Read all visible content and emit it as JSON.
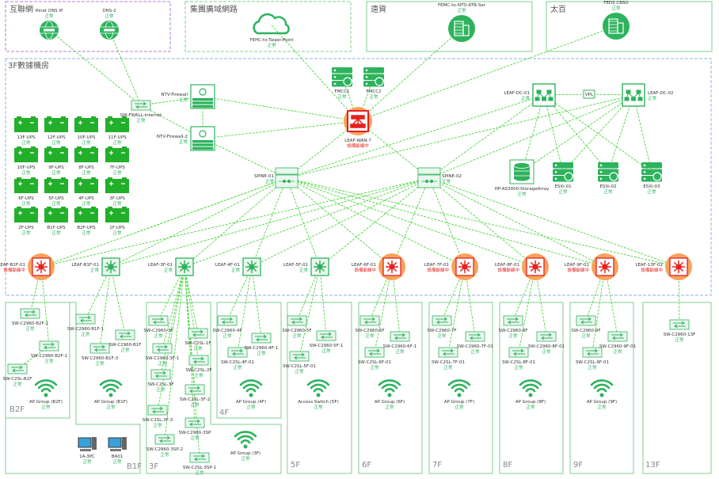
{
  "colors": {
    "ok": "#2db35d",
    "down": "#e8201e",
    "link": "#39d12a",
    "halo": "#f7a35c",
    "zone_internet": "#b27fd6",
    "zone_wan": "#7fd18f",
    "zone_dc": "#8fb0e0",
    "floor": "#7fcf8f"
  },
  "zones": {
    "internet": "互聯網",
    "wan": "集團廣域網路",
    "yuanzi": "遠資",
    "taibai": "太百",
    "dc": "3F數據機房"
  },
  "floors": {
    "b2f": "B2F",
    "b1f": "B1F",
    "f3": "3F",
    "f4": "4F",
    "f5": "5F",
    "f6": "6F",
    "f7": "7F",
    "f8": "8F",
    "f9": "9F",
    "f13": "13F"
  },
  "nodes": {
    "dns1": {
      "icon": "dns-globe",
      "label": "Hinet DNS IP",
      "status": "正常",
      "state": "ok"
    },
    "dns2": {
      "icon": "dns-globe",
      "label": "DNS-2",
      "status": "正常",
      "state": "ok"
    },
    "cloud": {
      "icon": "cloud",
      "label": "FEHC-to-Taipei-Point",
      "status": "正常",
      "state": "ok"
    },
    "bld1": {
      "icon": "building",
      "label": "FEMC-to-NTD-ATB-Ser",
      "status": "正常",
      "state": "ok"
    },
    "bld2": {
      "icon": "building",
      "label": "FEDS CBSO",
      "status": "正常",
      "state": "ok"
    },
    "swfw": {
      "icon": "switch",
      "label": "SW-FWALL-Internet",
      "status": "正常",
      "state": "ok"
    },
    "fw1": {
      "icon": "firewall",
      "label": "NTV-Firewall",
      "status": "正常",
      "state": "ok"
    },
    "fw2": {
      "icon": "firewall",
      "label": "NTV-Firewall-2",
      "status": "正常",
      "state": "ok"
    },
    "srv1": {
      "icon": "server",
      "label": "FMCC1",
      "status": "正常",
      "state": "ok"
    },
    "srv2": {
      "icon": "server",
      "label": "FMCC2",
      "status": "正常",
      "state": "ok"
    },
    "core": {
      "icon": "core-router",
      "label": "LEAF-WAN-7",
      "status": "設備斷線中",
      "state": "down"
    },
    "leafdc1": {
      "icon": "dc-switch",
      "label": "LEAF-DC-01",
      "status": "正常",
      "state": "ok"
    },
    "leafdc2": {
      "icon": "dc-switch",
      "label": "LEAF-DC-02",
      "status": "正常",
      "state": "ok"
    },
    "vpl": {
      "icon": "link-box",
      "label": "VPL",
      "status": "",
      "state": "ok"
    },
    "db": {
      "icon": "database",
      "label": "HP-AS3000-StorageArray",
      "status": "正常",
      "state": "ok"
    },
    "esx1": {
      "icon": "server",
      "label": "ESXi-01",
      "status": "正常",
      "state": "ok"
    },
    "esx2": {
      "icon": "server",
      "label": "ESXi-02",
      "status": "正常",
      "state": "ok"
    },
    "esx3": {
      "icon": "server",
      "label": "ESXi-03",
      "status": "正常",
      "state": "ok"
    },
    "spine1": {
      "icon": "spine-switch",
      "label": "SPINE-01",
      "status": "正常",
      "state": "ok"
    },
    "spine2": {
      "icon": "spine-switch",
      "label": "SPINE-02",
      "status": "正常",
      "state": "ok"
    },
    "ups1": {
      "icon": "battery",
      "label": "13F-UPS",
      "status": "正常",
      "state": "ok"
    },
    "ups2": {
      "icon": "battery",
      "label": "12F-UPS",
      "status": "正常",
      "state": "ok"
    },
    "ups3": {
      "icon": "battery",
      "label": "10F-UPS",
      "status": "正常",
      "state": "ok"
    },
    "ups4": {
      "icon": "battery",
      "label": "11F-UPS",
      "status": "正常",
      "state": "ok"
    },
    "ups5": {
      "icon": "battery",
      "label": "10F-UPS",
      "status": "正常",
      "state": "ok"
    },
    "ups6": {
      "icon": "battery",
      "label": "9F-UPS",
      "status": "正常",
      "state": "ok"
    },
    "ups7": {
      "icon": "battery",
      "label": "8F-UPS",
      "status": "正常",
      "state": "ok"
    },
    "ups8": {
      "icon": "battery",
      "label": "7F-UPS",
      "status": "正常",
      "state": "ok"
    },
    "ups9": {
      "icon": "battery",
      "label": "6F-UPS",
      "status": "正常",
      "state": "ok"
    },
    "ups10": {
      "icon": "battery",
      "label": "5F-UPS",
      "status": "正常",
      "state": "ok"
    },
    "ups11": {
      "icon": "battery",
      "label": "4F-UPS",
      "status": "正常",
      "state": "ok"
    },
    "ups12": {
      "icon": "battery",
      "label": "3F-UPS",
      "status": "正常",
      "state": "ok"
    },
    "ups13": {
      "icon": "battery",
      "label": "2F-UPS",
      "status": "正常",
      "state": "ok"
    },
    "ups14": {
      "icon": "battery",
      "label": "B1F-UPS",
      "status": "正常",
      "state": "ok"
    },
    "ups15": {
      "icon": "battery",
      "label": "B2F-UPS",
      "status": "正常",
      "state": "ok"
    },
    "ups16": {
      "icon": "battery",
      "label": "1F-UPS",
      "status": "正常",
      "state": "ok"
    },
    "leafb2": {
      "icon": "leaf-switch",
      "label": "LEAF-B2F-01",
      "status": "設備斷線中",
      "state": "down"
    },
    "leafb1": {
      "icon": "leaf-switch",
      "label": "LEAF-B1F-01",
      "status": "正常",
      "state": "ok"
    },
    "leaf3": {
      "icon": "leaf-switch",
      "label": "LEAF-3F-01",
      "status": "正常",
      "state": "ok"
    },
    "leaf4": {
      "icon": "leaf-switch",
      "label": "LEAF-4F-01",
      "status": "正常",
      "state": "ok"
    },
    "leaf5": {
      "icon": "leaf-switch",
      "label": "LEAF-5F-01",
      "status": "正常",
      "state": "ok"
    },
    "leaf6": {
      "icon": "leaf-switch",
      "label": "LEAF-6F-01",
      "status": "設備斷線中",
      "state": "down"
    },
    "leaf7": {
      "icon": "leaf-switch",
      "label": "LEAF-7F-01",
      "status": "設備斷線中",
      "state": "down"
    },
    "leaf8": {
      "icon": "leaf-switch",
      "label": "LEAF-8F-01",
      "status": "設備斷線中",
      "state": "down"
    },
    "leaf9": {
      "icon": "leaf-switch",
      "label": "LEAF-9F-01",
      "status": "設備斷線中",
      "state": "down"
    },
    "leaf13": {
      "icon": "leaf-switch",
      "label": "LEAF-13F-01",
      "status": "設備斷線中",
      "state": "down"
    },
    "b2s1": {
      "icon": "switch",
      "label": "SW-C2960-B2F-2",
      "status": "正常",
      "state": "ok"
    },
    "b2s2": {
      "icon": "switch",
      "label": "SW-C2960-B2F-1",
      "status": "正常",
      "state": "ok"
    },
    "b2s3": {
      "icon": "switch",
      "label": "SW-C2SL-B2F",
      "status": "正常",
      "state": "ok"
    },
    "b2ap": {
      "icon": "wifi",
      "label": "AP Group (B2F)",
      "status": "正常",
      "state": "ok"
    },
    "b1s1": {
      "icon": "switch",
      "label": "SW-C2960-B1F-1",
      "status": "正常",
      "state": "ok"
    },
    "b1s2": {
      "icon": "switch",
      "label": "SW-C2960-B1F",
      "status": "正常",
      "state": "ok"
    },
    "b1s3": {
      "icon": "switch",
      "label": "SW-C2960-B1F-3",
      "status": "正常",
      "state": "ok"
    },
    "b1ap": {
      "icon": "wifi",
      "label": "AP Group (B1F)",
      "status": "正常",
      "state": "ok"
    },
    "pc1": {
      "icon": "desktop-pc",
      "label": "1A-3PC",
      "status": "正常",
      "state": "ok"
    },
    "pc2": {
      "icon": "desktop-pc",
      "label": "BA01",
      "status": "正常",
      "state": "ok"
    },
    "f3s1": {
      "icon": "switch",
      "label": "SW-C2960-3F",
      "status": "正常",
      "state": "ok"
    },
    "f3s2": {
      "icon": "switch",
      "label": "SW-C2960-3F-1",
      "status": "正常",
      "state": "ok"
    },
    "f3s3": {
      "icon": "switch",
      "label": "SW-C2SL-1F",
      "status": "正常",
      "state": "ok"
    },
    "f3s4": {
      "icon": "switch",
      "label": "SW-C2SL-2F",
      "status": "正常",
      "state": "ok"
    },
    "f3s5": {
      "icon": "switch",
      "label": "SW-C2SL-3F",
      "status": "正常",
      "state": "ok"
    },
    "f3s6": {
      "icon": "switch",
      "label": "SW-C2SL-3F-2",
      "status": "正常",
      "state": "ok"
    },
    "f3s7": {
      "icon": "switch",
      "label": "SW-C2SL-3F-3",
      "status": "正常",
      "state": "ok"
    },
    "f3s8": {
      "icon": "switch",
      "label": "SW-C2960-3SP",
      "status": "正常",
      "state": "ok"
    },
    "f3s9": {
      "icon": "switch",
      "label": "SW-C2960-3SP-2",
      "status": "正常",
      "state": "ok"
    },
    "f3s10": {
      "icon": "switch",
      "label": "SW-C2SL-3SP-1",
      "status": "正常",
      "state": "ok"
    },
    "f3ap": {
      "icon": "wifi",
      "label": "AP Group (3F)",
      "status": "正常",
      "state": "ok"
    },
    "f4s1": {
      "icon": "switch",
      "label": "SW-C2960-4F",
      "status": "正常",
      "state": "ok"
    },
    "f4s2": {
      "icon": "switch",
      "label": "SW-C2960-4F-1",
      "status": "正常",
      "state": "ok"
    },
    "f4s3": {
      "icon": "switch",
      "label": "SW-C2SL-4F-01",
      "status": "正常",
      "state": "ok"
    },
    "f4ap": {
      "icon": "wifi",
      "label": "AP Group (4F)",
      "status": "正常",
      "state": "ok"
    },
    "f5s1": {
      "icon": "switch",
      "label": "SW-C2960-5F",
      "status": "正常",
      "state": "ok"
    },
    "f5s2": {
      "icon": "switch",
      "label": "SW-C2960-5F-1",
      "status": "正常",
      "state": "ok"
    },
    "f5s3": {
      "icon": "switch",
      "label": "SW-C2SL-5F-01",
      "status": "正常",
      "state": "ok"
    },
    "f5ap": {
      "icon": "wifi",
      "label": "Access Switch (5F)",
      "status": "正常",
      "state": "ok"
    },
    "f6s1": {
      "icon": "switch",
      "label": "SW-C2960-6F",
      "status": "正常",
      "state": "ok"
    },
    "f6s2": {
      "icon": "switch",
      "label": "SW-C2960-6F-1",
      "status": "正常",
      "state": "ok"
    },
    "f6s3": {
      "icon": "switch",
      "label": "SW-C2SL-6F-01",
      "status": "正常",
      "state": "ok"
    },
    "f6ap": {
      "icon": "wifi",
      "label": "AP Group (6F)",
      "status": "正常",
      "state": "ok"
    },
    "f7s1": {
      "icon": "switch",
      "label": "SW-C2960-7F",
      "status": "正常",
      "state": "ok"
    },
    "f7s2": {
      "icon": "switch",
      "label": "SW-C2960-7F-01",
      "status": "正常",
      "state": "ok"
    },
    "f7s3": {
      "icon": "switch",
      "label": "SW-C2SL-7F-01",
      "status": "正常",
      "state": "ok"
    },
    "f7ap": {
      "icon": "wifi",
      "label": "AP Group (7F)",
      "status": "正常",
      "state": "ok"
    },
    "f8s1": {
      "icon": "switch",
      "label": "SW-C2960-8F",
      "status": "正常",
      "state": "ok"
    },
    "f8s2": {
      "icon": "switch",
      "label": "SW-C2960-8F-01",
      "status": "正常",
      "state": "ok"
    },
    "f8s3": {
      "icon": "switch",
      "label": "SW-C2SL-8F-01",
      "status": "正常",
      "state": "ok"
    },
    "f8ap": {
      "icon": "wifi",
      "label": "AP Group (8F)",
      "status": "正常",
      "state": "ok"
    },
    "f9s1": {
      "icon": "switch",
      "label": "SW-C2960-9F",
      "status": "正常",
      "state": "ok"
    },
    "f9s2": {
      "icon": "switch",
      "label": "SW-C2960-9F-01",
      "status": "正常",
      "state": "ok"
    },
    "f9s3": {
      "icon": "switch",
      "label": "SW-C2SL-9F-01",
      "status": "正常",
      "state": "ok"
    },
    "f9ap": {
      "icon": "wifi",
      "label": "AP Group (9F)",
      "status": "正常",
      "state": "ok"
    },
    "f13s1": {
      "icon": "switch",
      "label": "SW-C2960-13F",
      "status": "正常",
      "state": "ok"
    }
  }
}
